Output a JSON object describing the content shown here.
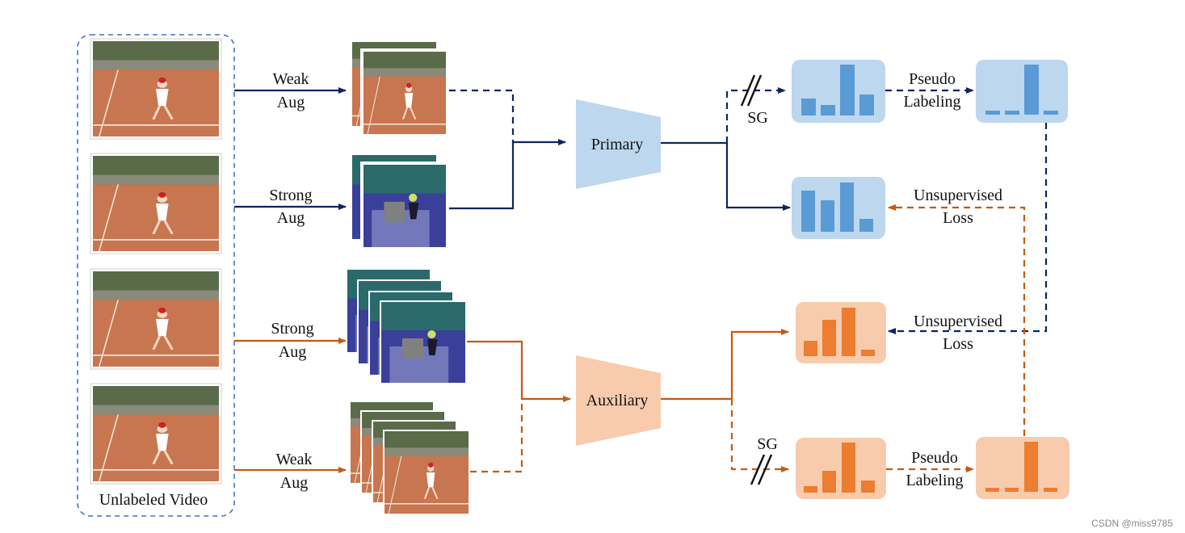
{
  "video": {
    "caption": "Unlabeled Video"
  },
  "aug": {
    "weak_top": [
      "Weak",
      "Aug"
    ],
    "strong_top": [
      "Strong",
      "Aug"
    ],
    "strong_bottom": [
      "Strong",
      "Aug"
    ],
    "weak_bottom": [
      "Weak",
      "Aug"
    ]
  },
  "models": {
    "primary": "Primary",
    "auxiliary": "Auxiliary"
  },
  "labels": {
    "sg": "SG",
    "pseudo_labeling": [
      "Pseudo",
      "Labeling"
    ],
    "unsupervised_loss": [
      "Unsupervised",
      "Loss"
    ]
  },
  "watermark": "CSDN @miss9785",
  "colors": {
    "primary_fill": "#bdd7ee",
    "primary_bar": "#5b9bd5",
    "primary_line": "#0c2461",
    "auxiliary_fill": "#f8cbad",
    "auxiliary_bar": "#ed7d31",
    "auxiliary_line": "#c55a11",
    "frame_border": "#4472c4"
  },
  "icons": {
    "frame": "tennis-frame-thumbnail",
    "stop_gradient": "double-slash-icon",
    "distribution": "bar-histogram-icon"
  }
}
